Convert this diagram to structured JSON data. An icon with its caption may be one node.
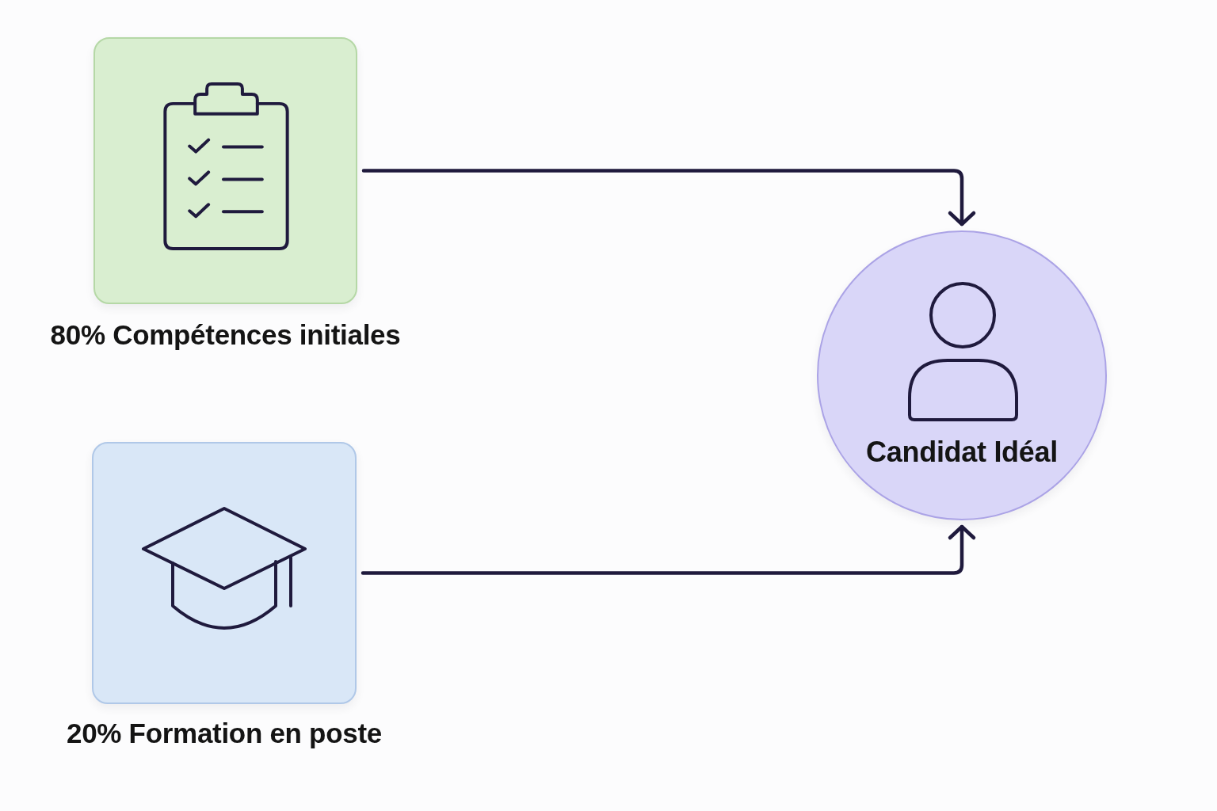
{
  "diagram": {
    "nodes": [
      {
        "text": [
          "80% Compétences initiales"
        ]
      },
      {
        "text": [
          "20% Formation en poste"
        ]
      },
      {
        "text": [
          "Candidat Idéal"
        ]
      }
    ],
    "edges": [
      {
        "from": 0,
        "to": 2,
        "arrow": "to"
      },
      {
        "from": 1,
        "to": 2,
        "arrow": "to"
      }
    ]
  }
}
